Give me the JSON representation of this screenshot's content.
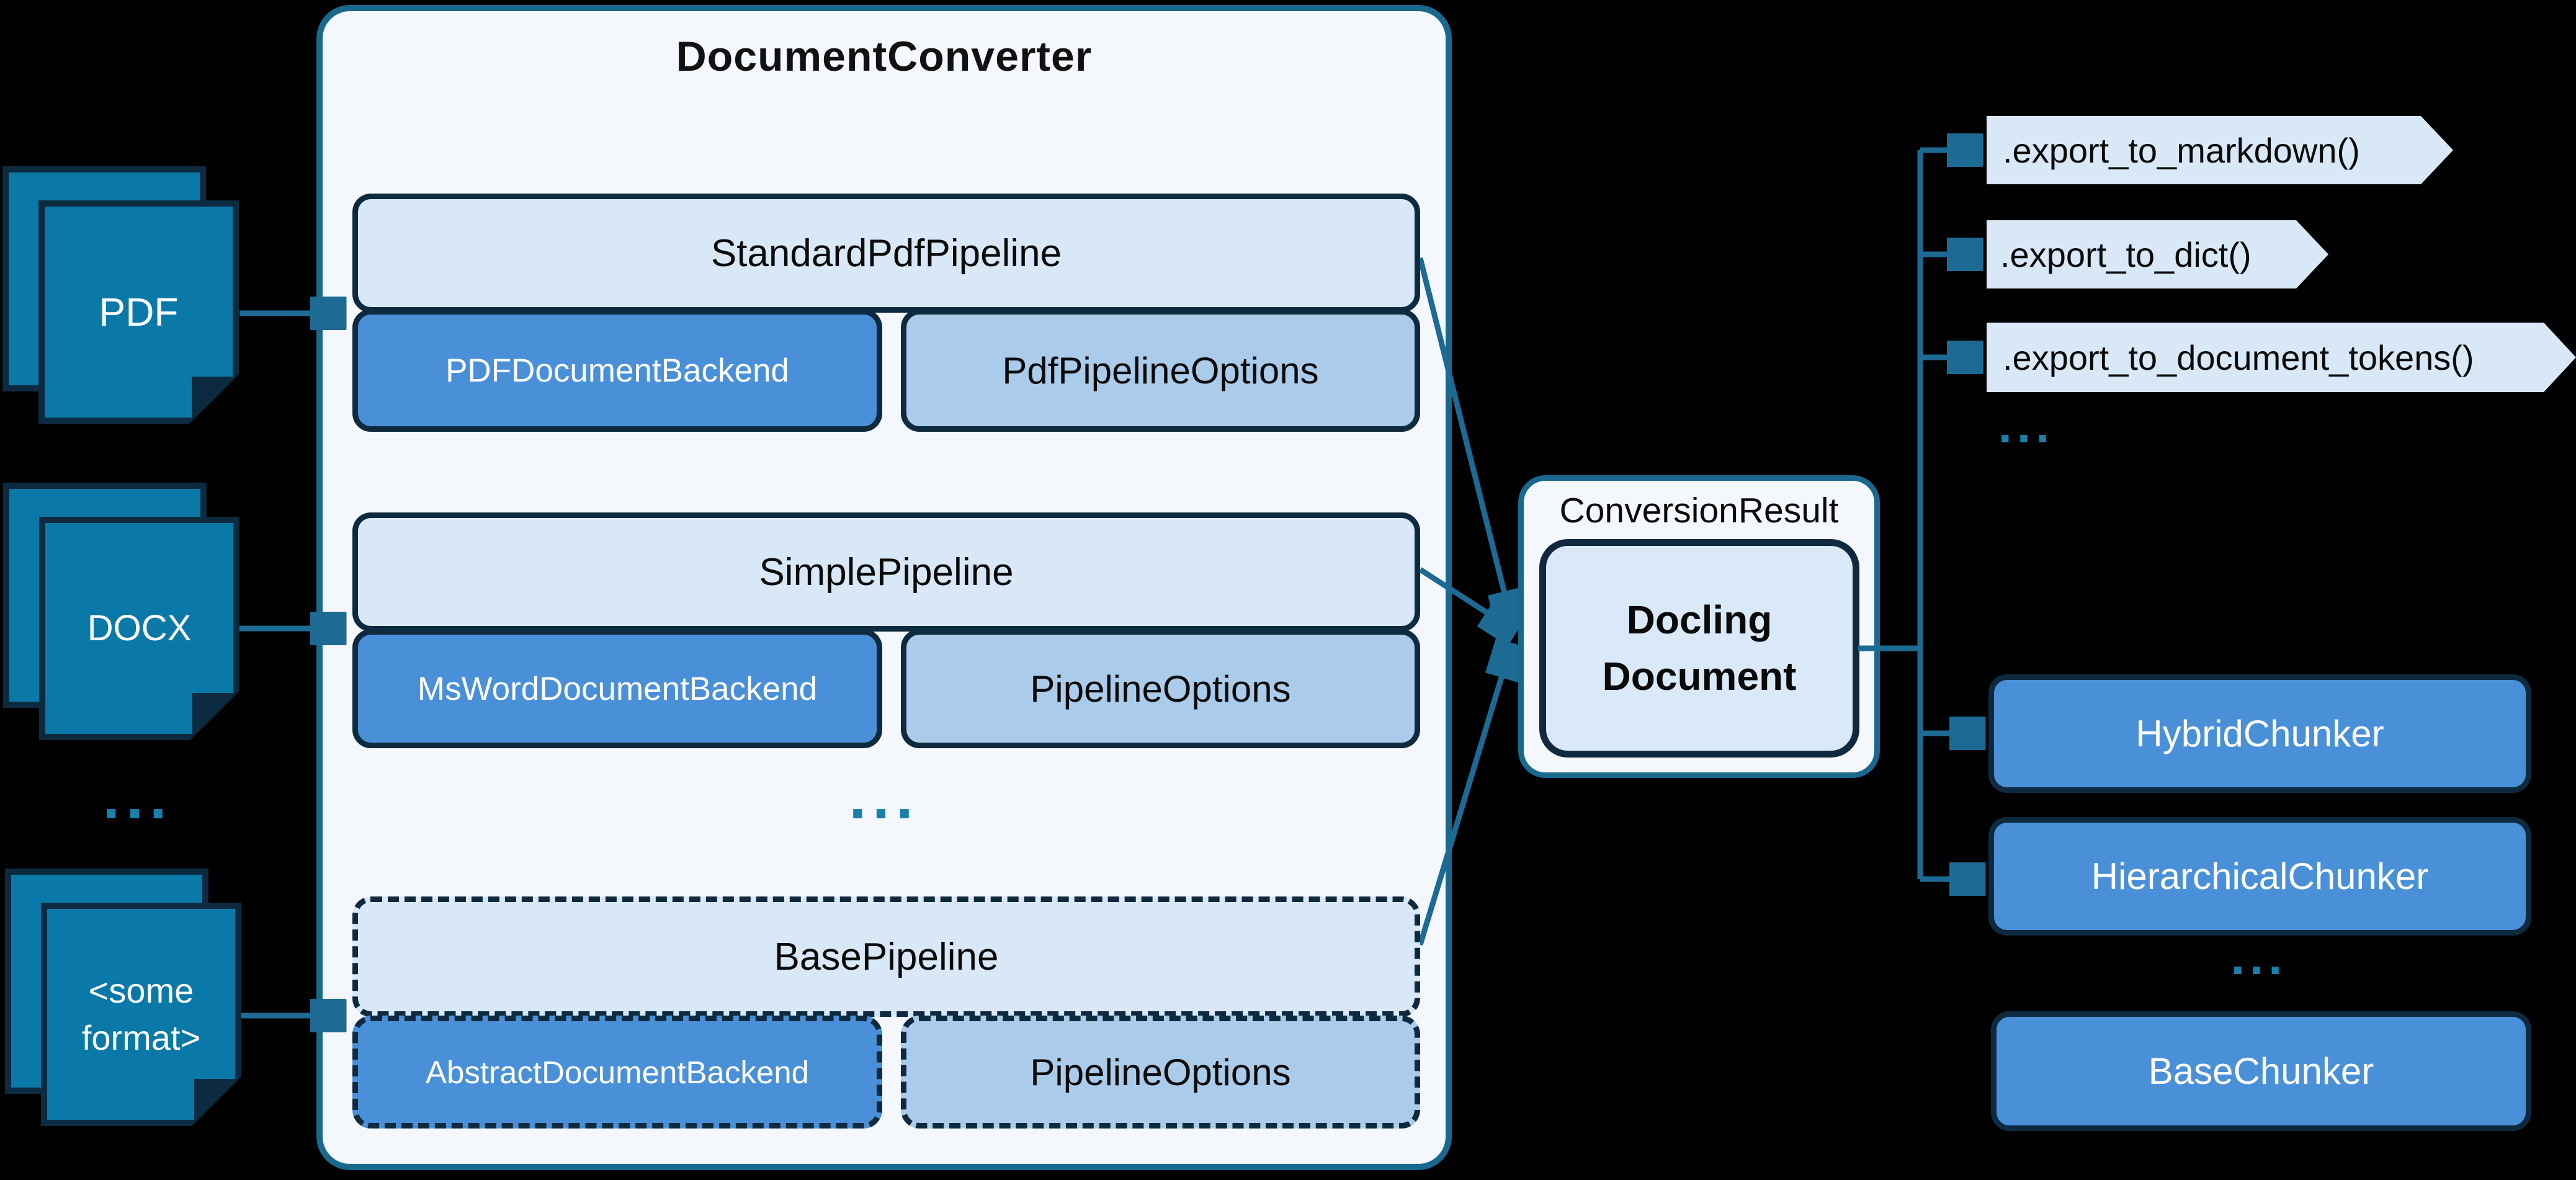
{
  "title": "DocumentConverter",
  "inputs": {
    "pdf": "PDF",
    "docx": "DOCX",
    "other": "<some\nformat>",
    "ellipsis": "..."
  },
  "pipelines": [
    {
      "name": "StandardPdfPipeline",
      "backend": "PDFDocumentBackend",
      "options": "PdfPipelineOptions"
    },
    {
      "name": "SimplePipeline",
      "backend": "MsWordDocumentBackend",
      "options": "PipelineOptions"
    },
    {
      "name": "BasePipeline",
      "backend": "AbstractDocumentBackend",
      "options": "PipelineOptions"
    }
  ],
  "pipelines_ellipsis": "...",
  "result": {
    "label": "ConversionResult",
    "document": "Docling\nDocument"
  },
  "exports": {
    "items": [
      ".export_to_markdown()",
      ".export_to_dict()",
      ".export_to_document_tokens()"
    ],
    "ellipsis": "..."
  },
  "chunkers": {
    "items": [
      "HybridChunker",
      "HierarchicalChunker"
    ],
    "ellipsis": "...",
    "base": "BaseChunker"
  },
  "colors": {
    "background": "#000000",
    "connector_teal": "#1d6b94",
    "panel_border_teal": "#19698f",
    "navy_border": "#0e2a3e",
    "panel_bg": "#f4f8fd",
    "pale_blue": "#d9e8f6",
    "light_blue": "#abcbeb",
    "mid_blue": "#4a90d9",
    "doc_page_teal": "#0b79a8",
    "dots_teal": "#1a7fab"
  }
}
